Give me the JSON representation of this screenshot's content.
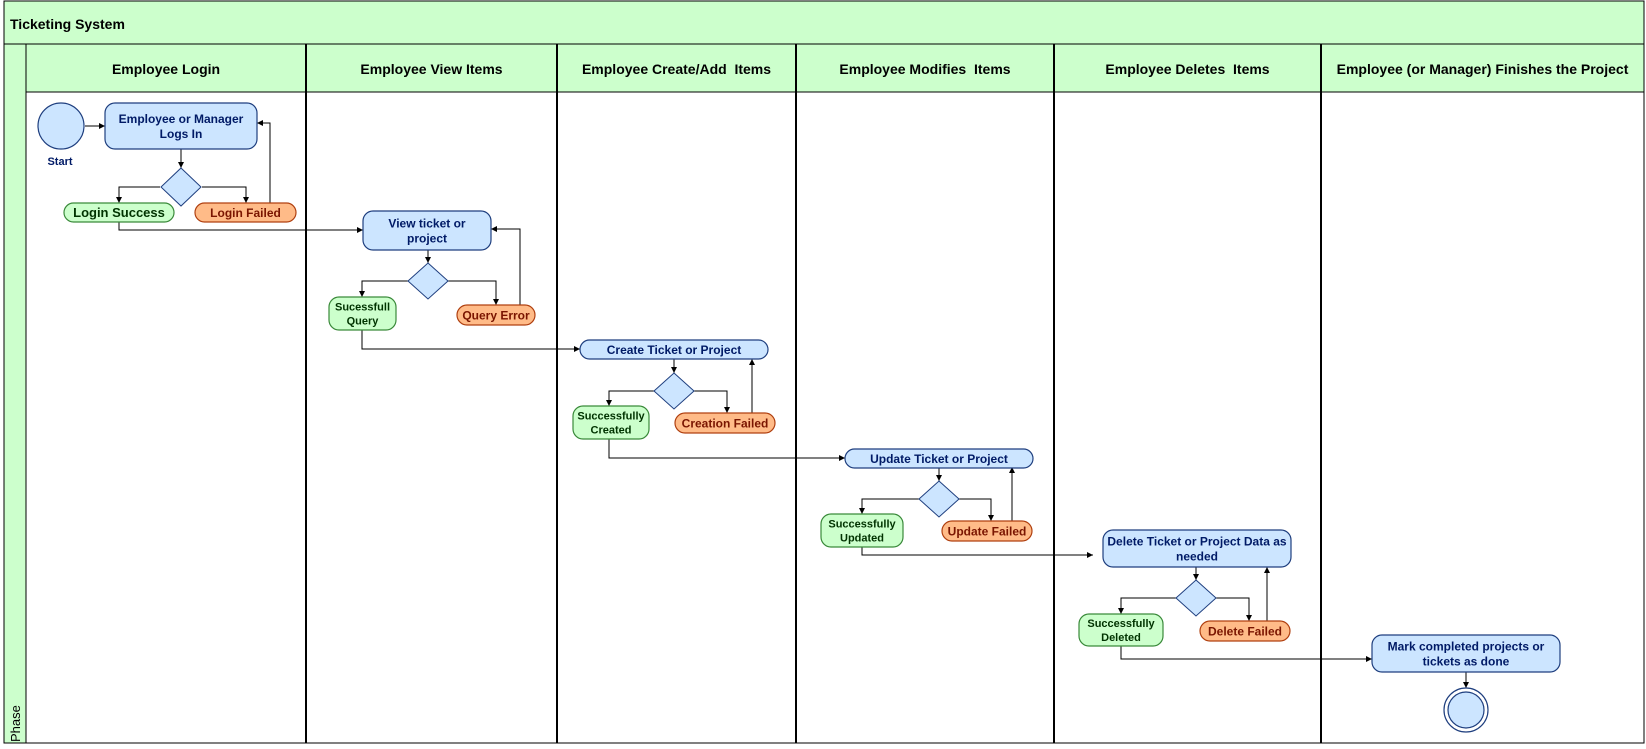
{
  "title": "Ticketing System",
  "phase_label": "Phase",
  "colors": {
    "header_fill": "#ccffcc",
    "node_blue": "#cce5ff",
    "node_green": "#ccffcc",
    "node_orange": "#ffbb88",
    "node_text_blue": "#001a66",
    "node_text_green": "#003300",
    "node_text_orange": "#7a1500",
    "start_fill": "#cce5ff",
    "line": "#000000"
  },
  "lanes": [
    {
      "label": "Employee Login"
    },
    {
      "label": "Employee View Items"
    },
    {
      "label": "Employee Create/Add  Items"
    },
    {
      "label": "Employee Modifies  Items"
    },
    {
      "label": "Employee Deletes  Items"
    },
    {
      "label": "Employee (or Manager) Finishes the Project"
    }
  ],
  "start_label": "Start",
  "nodes": {
    "login": {
      "lines": [
        "Employee or Manager",
        "Logs In"
      ]
    },
    "login_success": {
      "lines": [
        "Login Success"
      ]
    },
    "login_failed": {
      "lines": [
        "Login Failed"
      ]
    },
    "view": {
      "lines": [
        "View ticket or",
        "project"
      ]
    },
    "query_success": {
      "lines": [
        "Sucessfull",
        "Query"
      ]
    },
    "query_error": {
      "lines": [
        "Query Error"
      ]
    },
    "create": {
      "lines": [
        "Create Ticket or Project"
      ]
    },
    "create_success": {
      "lines": [
        "Successfully",
        "Created"
      ]
    },
    "create_failed": {
      "lines": [
        "Creation Failed"
      ]
    },
    "update": {
      "lines": [
        "Update Ticket or Project"
      ]
    },
    "update_success": {
      "lines": [
        "Successfully",
        "Updated"
      ]
    },
    "update_failed": {
      "lines": [
        "Update Failed"
      ]
    },
    "delete": {
      "lines": [
        "Delete Ticket or Project Data as",
        "needed"
      ]
    },
    "delete_success": {
      "lines": [
        "Successfully",
        "Deleted"
      ]
    },
    "delete_failed": {
      "lines": [
        "Delete Failed"
      ]
    },
    "finish": {
      "lines": [
        "Mark completed projects or",
        "tickets as done"
      ]
    }
  }
}
